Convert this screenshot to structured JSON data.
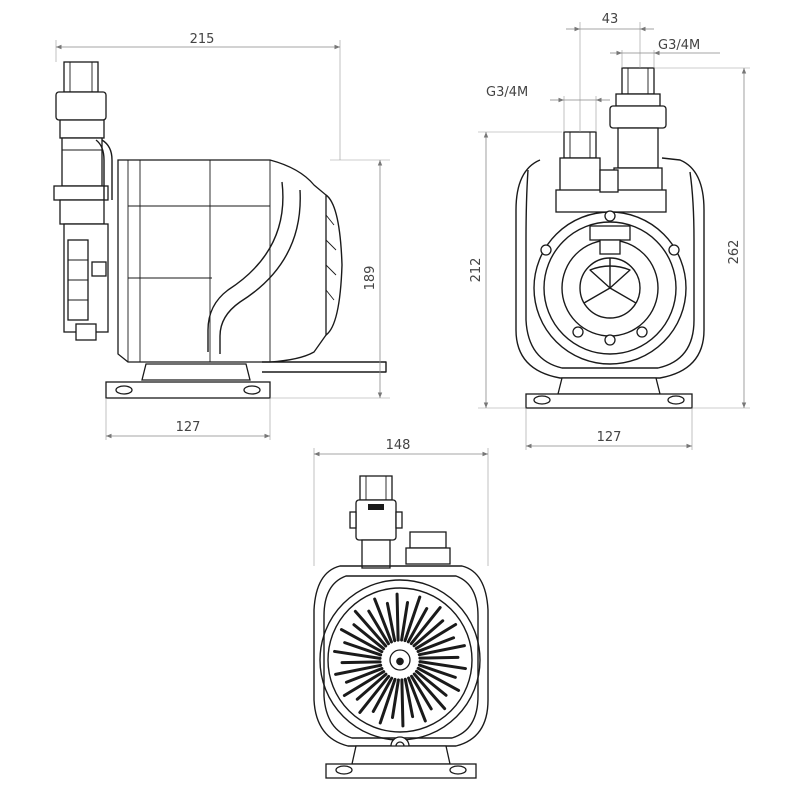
{
  "dimensions": {
    "side_total_width": "215",
    "side_height": "189",
    "side_base_width": "127",
    "rear_port_spacing": "43",
    "rear_port_right_thread": "G3/4M",
    "rear_port_left_thread": "G3/4M",
    "rear_body_height": "212",
    "rear_total_height": "262",
    "rear_base_width": "127",
    "front_width": "148"
  },
  "colors": {
    "line": "#1a1a1a",
    "dimension": "#888888",
    "text": "#444444"
  }
}
